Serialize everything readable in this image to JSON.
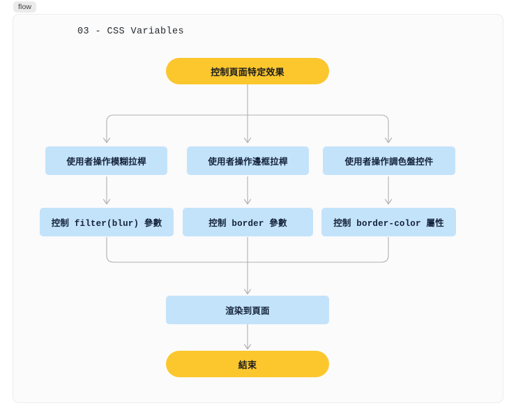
{
  "badge": {
    "label": "flow"
  },
  "diagram": {
    "title": "03 - CSS Variables",
    "colors": {
      "terminal_fill": "#fbc72d",
      "process_fill": "#c3e3fb",
      "edge_stroke": "#b0b0b0",
      "canvas_bg": "#fbfbfb",
      "card_border": "#ececec",
      "badge_bg": "#ebebeb"
    },
    "nodes": [
      {
        "id": "start",
        "label": "控制頁面特定效果",
        "shape": "terminal"
      },
      {
        "id": "input-blur",
        "label": "使用者操作模糊拉桿",
        "shape": "process"
      },
      {
        "id": "input-border",
        "label": "使用者操作邊框拉桿",
        "shape": "process"
      },
      {
        "id": "input-color",
        "label": "使用者操作調色盤控件",
        "shape": "process"
      },
      {
        "id": "var-blur",
        "label": "控制 filter(blur) 參數",
        "shape": "process"
      },
      {
        "id": "var-border",
        "label": "控制 border 參數",
        "shape": "process"
      },
      {
        "id": "var-color",
        "label": "控制 border-color 屬性",
        "shape": "process"
      },
      {
        "id": "render",
        "label": "渲染到頁面",
        "shape": "process"
      },
      {
        "id": "end",
        "label": "結束",
        "shape": "terminal"
      }
    ],
    "edges": [
      {
        "from": "start",
        "to": "input-blur"
      },
      {
        "from": "start",
        "to": "input-border"
      },
      {
        "from": "start",
        "to": "input-color"
      },
      {
        "from": "input-blur",
        "to": "var-blur"
      },
      {
        "from": "input-border",
        "to": "var-border"
      },
      {
        "from": "input-color",
        "to": "var-color"
      },
      {
        "from": "var-blur",
        "to": "render"
      },
      {
        "from": "var-border",
        "to": "render"
      },
      {
        "from": "var-color",
        "to": "render"
      },
      {
        "from": "render",
        "to": "end"
      }
    ]
  }
}
